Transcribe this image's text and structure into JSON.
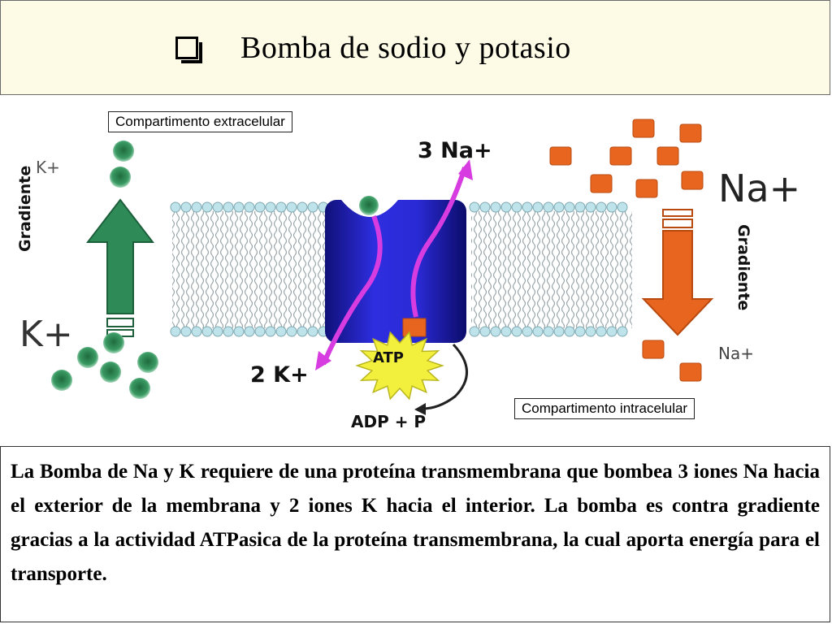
{
  "title": {
    "icon": "checkbox-bullet-icon",
    "text": "Bomba  de  sodio  y  potasio"
  },
  "diagram": {
    "compartment_extracellular": "Compartimento  extracelular",
    "compartment_intracellular": "Compartimento  intracelular",
    "na_out_label": "3 Na+",
    "k_in_label": "2 K+",
    "atp_label": "ATP",
    "adp_label": "ADP + P",
    "k_top_label": "K+",
    "k_big_label": "K+",
    "na_big_label": "Na+",
    "na_small_label": "Na+",
    "gradient_left": "Gradiente",
    "gradient_right": "Gradiente",
    "colors": {
      "potassium": "#2e8b57",
      "sodium": "#e8651f",
      "protein": "#1a1aa8",
      "transport_arrow": "#d63ce0",
      "atp_burst": "#f2f03c",
      "membrane_head": "#bfe3ea"
    }
  },
  "description": "La  Bomba de Na y K requiere de una proteína transmembrana que bombea  3 iones Na hacia el exterior  de la membrana y 2 iones K hacia el interior.  La bomba es contra gradiente gracias a la actividad ATPasica de la proteína transmembrana, la cual aporta energía para el transporte."
}
